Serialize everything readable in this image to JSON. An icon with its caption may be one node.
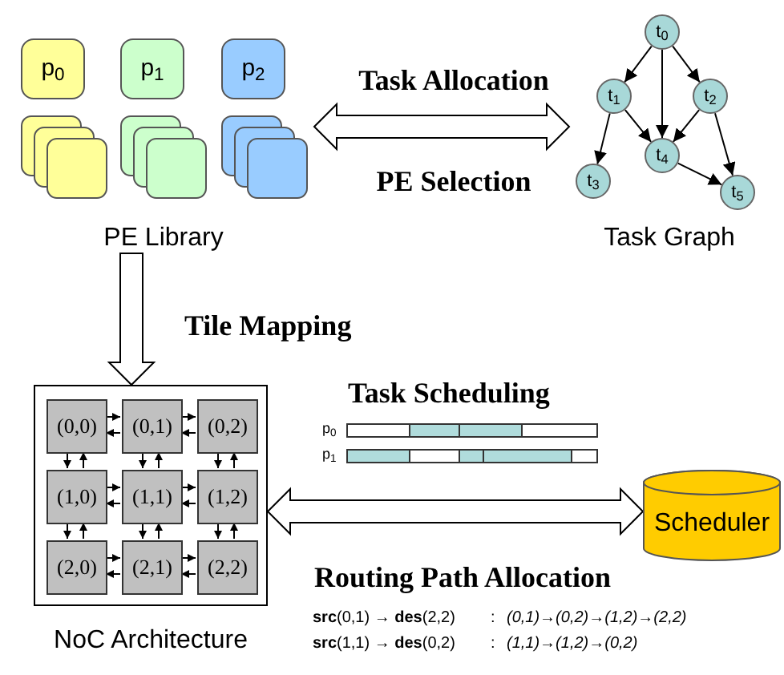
{
  "diagram": {
    "nodes": [
      {
        "text": [
          "PE Library"
        ]
      },
      {
        "text": [
          "p$_{0}$"
        ],
        "in": 0
      },
      {
        "text": [
          "p$_{1}$"
        ],
        "in": 0
      },
      {
        "text": [
          "p$_{2}$"
        ],
        "in": 0
      },
      {
        "text": [],
        "shape": "stack",
        "in": 0
      },
      {
        "text": [],
        "shape": "stack",
        "in": 0
      },
      {
        "text": [],
        "shape": "stack",
        "in": 0
      },
      {
        "text": [
          "Task Graph"
        ]
      },
      {
        "text": [
          "t$_{0}$"
        ],
        "in": 7
      },
      {
        "text": [
          "t$_{1}$"
        ],
        "in": 7
      },
      {
        "text": [
          "t$_{2}$"
        ],
        "in": 7
      },
      {
        "text": [
          "t$_{3}$"
        ],
        "in": 7
      },
      {
        "text": [
          "t$_{4}$"
        ],
        "in": 7
      },
      {
        "text": [
          "t$_{5}$"
        ],
        "in": 7
      },
      {
        "text": [
          "NoC Architecture"
        ]
      },
      {
        "text": [
          "(0,0)"
        ],
        "in": 14
      },
      {
        "text": [
          "(0,1)"
        ],
        "in": 14
      },
      {
        "text": [
          "(0,2)"
        ],
        "in": 14
      },
      {
        "text": [
          "(1,0)"
        ],
        "in": 14
      },
      {
        "text": [
          "(1,1)"
        ],
        "in": 14
      },
      {
        "text": [
          "(1,2)"
        ],
        "in": 14
      },
      {
        "text": [
          "(2,0)"
        ],
        "in": 14
      },
      {
        "text": [
          "(2,1)"
        ],
        "in": 14
      },
      {
        "text": [
          "(2,2)"
        ],
        "in": 14
      },
      {
        "text": [
          "Scheduler"
        ]
      }
    ],
    "edges": [
      {
        "from": 0,
        "to": 7,
        "arrow": "both",
        "style": "thick"
      },
      {
        "from": 0,
        "to": 14,
        "arrow": "to",
        "style": "thick"
      },
      {
        "from": 14,
        "to": 24,
        "arrow": "both",
        "style": "thick"
      },
      {
        "from": 8,
        "to": 9,
        "arrow": "to"
      },
      {
        "from": 8,
        "to": 12,
        "arrow": "to"
      },
      {
        "from": 8,
        "to": 10,
        "arrow": "to"
      },
      {
        "from": 9,
        "to": 11,
        "arrow": "to"
      },
      {
        "from": 9,
        "to": 12,
        "arrow": "to"
      },
      {
        "from": 10,
        "to": 12,
        "arrow": "to"
      },
      {
        "from": 10,
        "to": 13,
        "arrow": "to"
      },
      {
        "from": 12,
        "to": 13,
        "arrow": "to"
      },
      {
        "from": 15,
        "to": 16,
        "arrow": "to"
      },
      {
        "from": 16,
        "to": 15,
        "arrow": "to"
      },
      {
        "from": 16,
        "to": 17,
        "arrow": "to"
      },
      {
        "from": 17,
        "to": 16,
        "arrow": "to"
      },
      {
        "from": 18,
        "to": 19,
        "arrow": "to"
      },
      {
        "from": 19,
        "to": 18,
        "arrow": "to"
      },
      {
        "from": 19,
        "to": 20,
        "arrow": "to"
      },
      {
        "from": 20,
        "to": 19,
        "arrow": "to"
      },
      {
        "from": 21,
        "to": 22,
        "arrow": "to"
      },
      {
        "from": 22,
        "to": 21,
        "arrow": "to"
      },
      {
        "from": 22,
        "to": 23,
        "arrow": "to"
      },
      {
        "from": 23,
        "to": 22,
        "arrow": "to"
      },
      {
        "from": 15,
        "to": 18,
        "arrow": "to"
      },
      {
        "from": 18,
        "to": 15,
        "arrow": "to"
      },
      {
        "from": 16,
        "to": 19,
        "arrow": "to"
      },
      {
        "from": 19,
        "to": 16,
        "arrow": "to"
      },
      {
        "from": 17,
        "to": 20,
        "arrow": "to"
      },
      {
        "from": 20,
        "to": 17,
        "arrow": "to"
      },
      {
        "from": 18,
        "to": 21,
        "arrow": "to"
      },
      {
        "from": 21,
        "to": 18,
        "arrow": "to"
      },
      {
        "from": 19,
        "to": 22,
        "arrow": "to"
      },
      {
        "from": 22,
        "to": 19,
        "arrow": "to"
      },
      {
        "from": 20,
        "to": 23,
        "arrow": "to"
      },
      {
        "from": 23,
        "to": 20,
        "arrow": "to"
      }
    ],
    "labels": [
      "Task Allocation",
      "PE Selection",
      "Tile Mapping",
      "Task Scheduling",
      "p$_{0}$",
      "p$_{1}$",
      "Routing Path Allocation",
      "**src**(0,1) → **des**(2,2)",
      ":",
      "(0,1)→(0,2)→(1,2)→(2,2)",
      "**src**(1,1) → **des**(0,2)",
      ":",
      "(1,1)→(1,2)→(0,2)"
    ]
  }
}
